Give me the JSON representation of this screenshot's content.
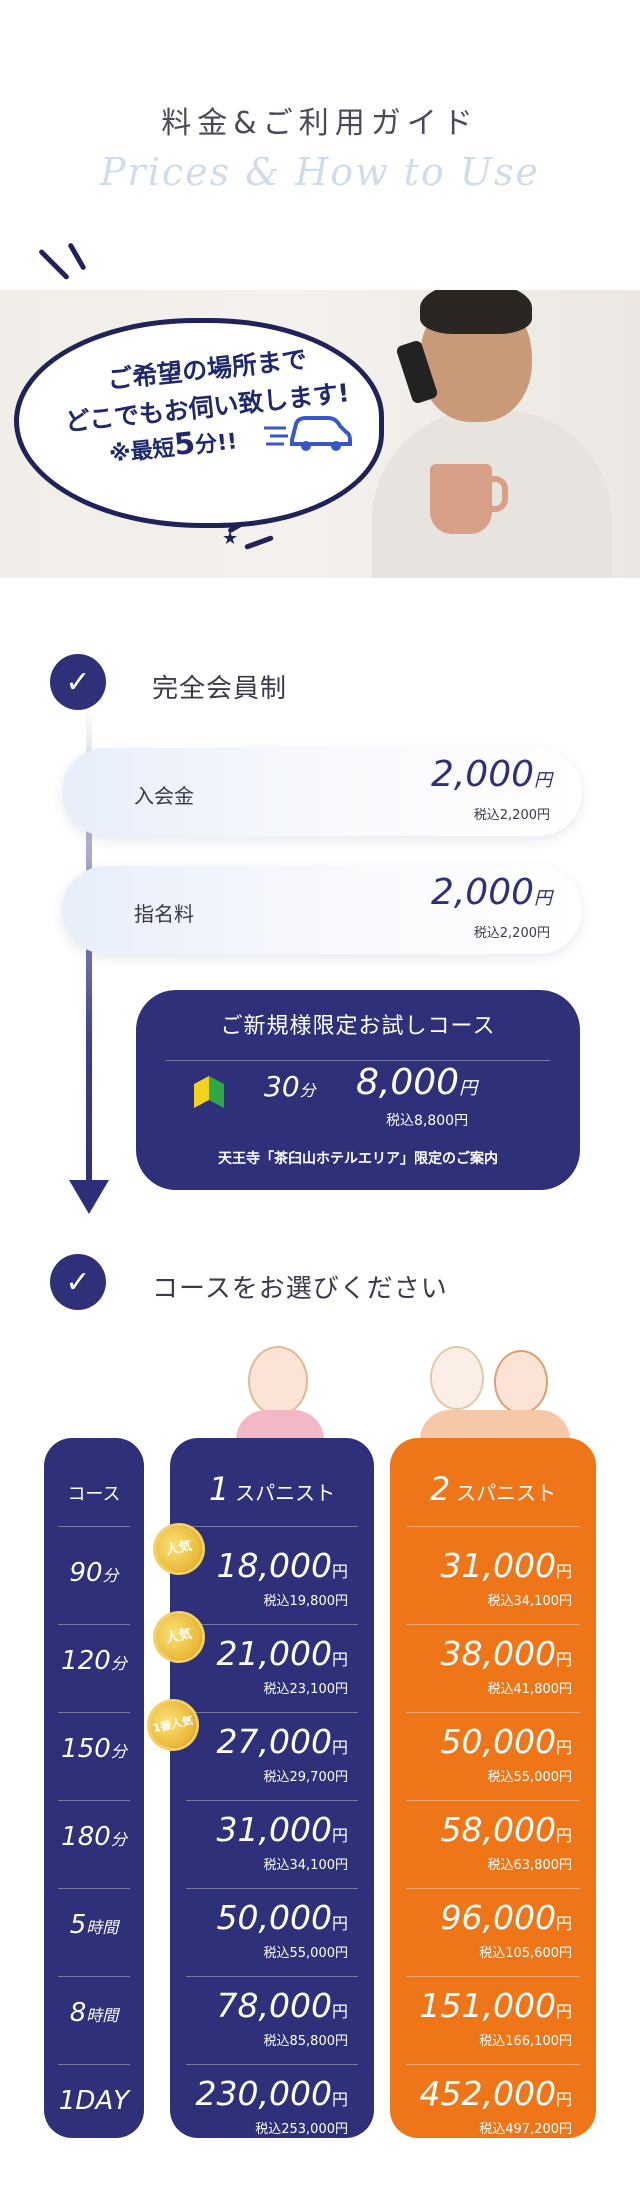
{
  "header": {
    "title": "料金&ご利用ガイド",
    "subtitle": "Prices & How to Use"
  },
  "hero": {
    "line1": "ご希望の場所まで",
    "line2": "どこでもお伺い致します!",
    "line3_prefix": "※最短",
    "line3_num": "5",
    "line3_suffix": "分!!"
  },
  "membership": {
    "title": "完全会員制",
    "fees": [
      {
        "label": "入会金",
        "price": "2,000",
        "yen": "円",
        "tax": "税込2,200円"
      },
      {
        "label": "指名料",
        "price": "2,000",
        "yen": "円",
        "tax": "税込2,200円"
      }
    ],
    "trial": {
      "title": "ご新規様限定お試しコース",
      "minutes": "30",
      "minutes_unit": "分",
      "price": "8,000",
      "yen": "円",
      "tax": "税込8,800円",
      "note": "天王寺「茶臼山ホテルエリア」限定のご案内"
    }
  },
  "courses": {
    "title": "コースをお選びください",
    "header": {
      "course": "コース",
      "one_num": "1",
      "one_label": "スパニスト",
      "two_num": "2",
      "two_label": "スパニスト"
    },
    "rows": [
      {
        "num": "90",
        "unit": "分",
        "badge": "人気",
        "one_price": "18,000",
        "one_tax": "税込19,800円",
        "two_price": "31,000",
        "two_tax": "税込34,100円"
      },
      {
        "num": "120",
        "unit": "分",
        "badge": "人気",
        "one_price": "21,000",
        "one_tax": "税込23,100円",
        "two_price": "38,000",
        "two_tax": "税込41,800円"
      },
      {
        "num": "150",
        "unit": "分",
        "badge": "1番人気",
        "one_price": "27,000",
        "one_tax": "税込29,700円",
        "two_price": "50,000",
        "two_tax": "税込55,000円"
      },
      {
        "num": "180",
        "unit": "分",
        "badge": "",
        "one_price": "31,000",
        "one_tax": "税込34,100円",
        "two_price": "58,000",
        "two_tax": "税込63,800円"
      },
      {
        "num": "5",
        "unit": "時間",
        "badge": "",
        "one_price": "50,000",
        "one_tax": "税込55,000円",
        "two_price": "96,000",
        "two_tax": "税込105,600円"
      },
      {
        "num": "8",
        "unit": "時間",
        "badge": "",
        "one_price": "78,000",
        "one_tax": "税込85,800円",
        "two_price": "151,000",
        "two_tax": "税込166,100円"
      },
      {
        "num": "1DAY",
        "unit": "",
        "badge": "",
        "one_price": "230,000",
        "one_tax": "税込253,000円",
        "two_price": "452,000",
        "two_tax": "税込497,200円"
      }
    ],
    "yen": "円"
  },
  "colors": {
    "navy": "#2e3079",
    "orange": "#ee7518",
    "gold": "#e9b634"
  }
}
